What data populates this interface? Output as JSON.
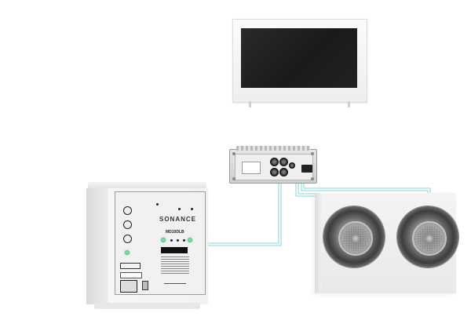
{
  "diagram": {
    "description": "Audio system connection diagram",
    "components": {
      "tv": {
        "label": "Television"
      },
      "amplifier": {
        "label": "Amplifier"
      },
      "subwoofer": {
        "brand": "SONANCE",
        "model": "MD10DLB"
      },
      "speakers": {
        "label": "In-wall speakers",
        "count": 2
      }
    },
    "connections": [
      {
        "from": "amplifier",
        "to": "subwoofer",
        "type": "cable"
      },
      {
        "from": "amplifier",
        "to": "speaker-left",
        "type": "cable"
      },
      {
        "from": "amplifier",
        "to": "speaker-right",
        "type": "cable"
      }
    ],
    "colors": {
      "cable": "#9fdde0",
      "led": "#3cc07a",
      "screen": "#1e1e1e",
      "background": "#ffffff"
    }
  }
}
